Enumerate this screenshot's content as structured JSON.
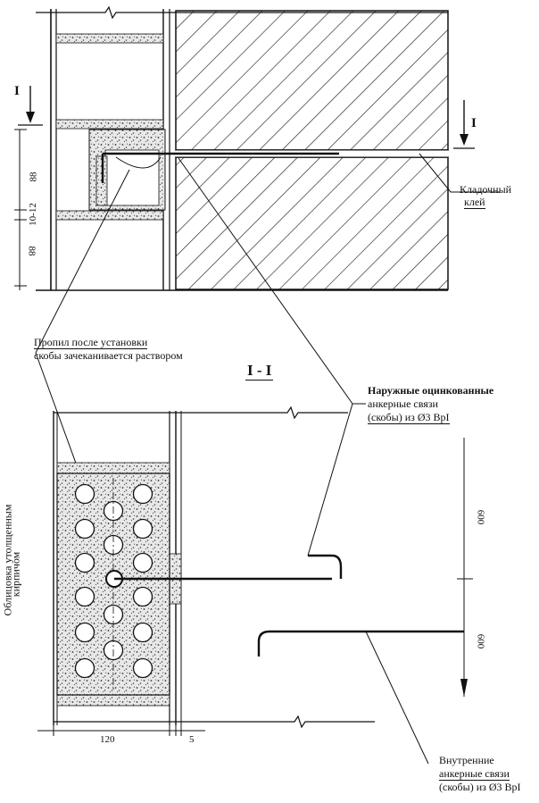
{
  "labels": {
    "adhesive": [
      "Кладочный",
      "клей"
    ],
    "cut": [
      "Пропил после установки",
      "скобы зачеканивается раствором"
    ],
    "outer_ties": [
      "Наружные оцинкованные",
      "анкерные связи",
      "(скобы) из Ø3 ВрI"
    ],
    "inner_ties": [
      "Внутренние",
      "анкерные связи",
      "(скобы) из Ø3 ВрI"
    ],
    "facing": [
      "Облицовка утолщенным",
      "кирпичом"
    ]
  },
  "section_title": "I - I",
  "section_marks": {
    "left": "I",
    "right": "I"
  },
  "dims": {
    "top_88": "88",
    "joint_10_12": "10-12",
    "bottom_88": "88",
    "spacing_upper": "600",
    "spacing_lower": "600",
    "width_120": "120",
    "gap_5": "5"
  }
}
